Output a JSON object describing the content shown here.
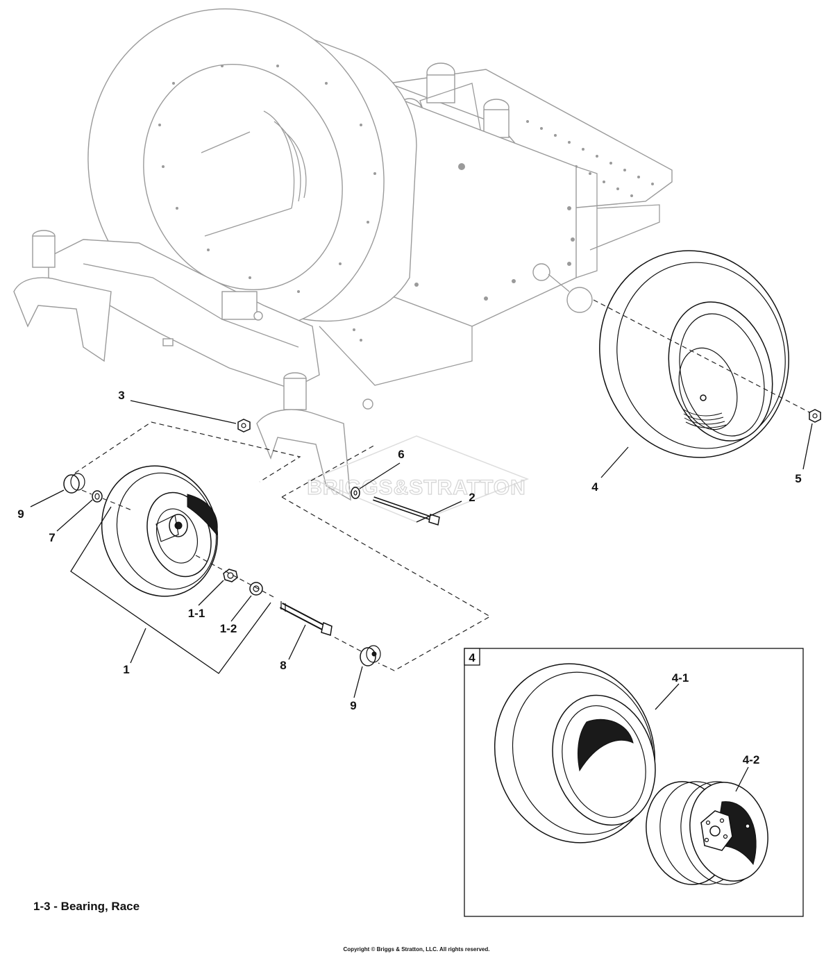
{
  "callouts": {
    "c1": "1",
    "c1_1": "1-1",
    "c1_2": "1-2",
    "c2": "2",
    "c3": "3",
    "c4": "4",
    "c4_inset": "4",
    "c4_1": "4-1",
    "c4_2": "4-2",
    "c5": "5",
    "c6": "6",
    "c7": "7",
    "c8": "8",
    "c9_left": "9",
    "c9_bottom": "9"
  },
  "note": "1-3 - Bearing, Race",
  "watermark": "BRIGGS&STRATTON",
  "copyright": "Copyright © Briggs & Stratton, LLC. All rights reserved."
}
